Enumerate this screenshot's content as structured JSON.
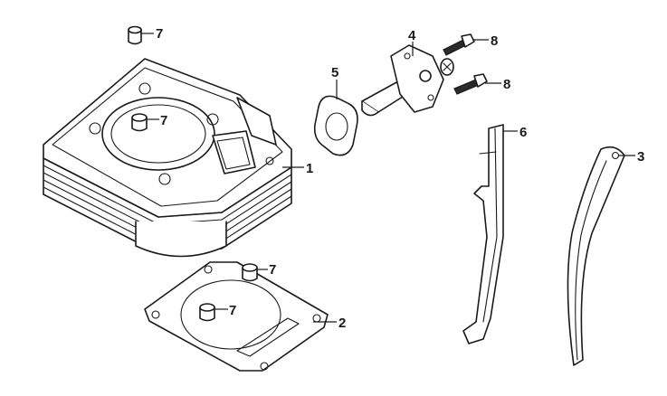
{
  "diagram": {
    "callouts": {
      "c1": "1",
      "c2": "2",
      "c3": "3",
      "c4": "4",
      "c5": "5",
      "c6": "6",
      "c7a": "7",
      "c7b": "7",
      "c7c": "7",
      "c7d": "7",
      "c8a": "8",
      "c8b": "8"
    }
  }
}
